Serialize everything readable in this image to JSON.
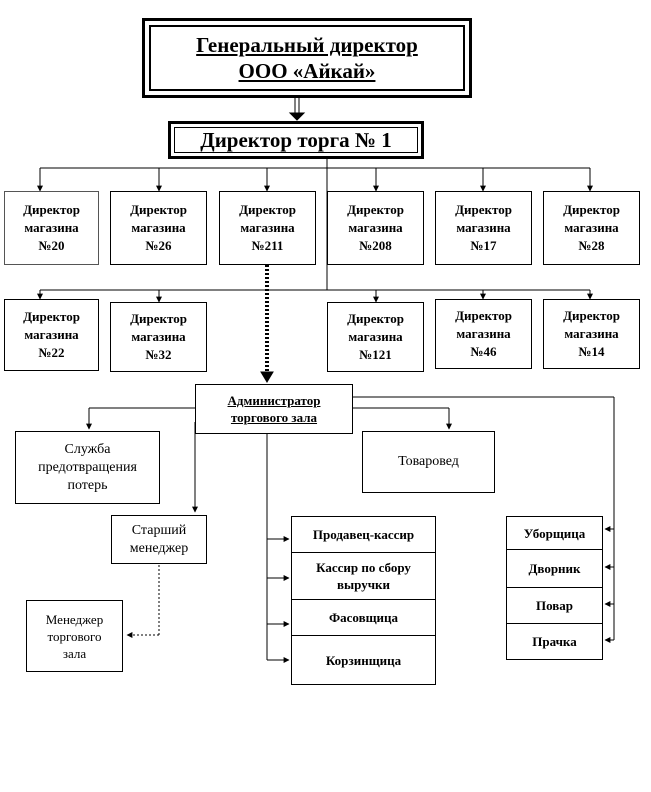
{
  "ceo": {
    "label": "Генеральный директор\nООО «Айкай»"
  },
  "trade_director": {
    "label": "Директор торга № 1"
  },
  "store_directors": [
    {
      "label": "Директор\nмагазина\n№20"
    },
    {
      "label": "Директор\nмагазина\n№26"
    },
    {
      "label": "Директор\nмагазина\n№211"
    },
    {
      "label": "Директор\nмагазина\n№208"
    },
    {
      "label": "Директор\nмагазина\n№17"
    },
    {
      "label": "Директор\nмагазина\n№28"
    },
    {
      "label": "Директор\nмагазина\n№22"
    },
    {
      "label": "Директор\nмагазина\n№32"
    },
    {
      "label": "Директор\nмагазина\n№121"
    },
    {
      "label": "Директор\nмагазина\n№46"
    },
    {
      "label": "Директор\nмагазина\n№14"
    }
  ],
  "admin": {
    "label": "Администратор\nторгового зала"
  },
  "loss_prevention": {
    "label": "Служба\nпредотвращения\nпотерь"
  },
  "merchandiser": {
    "label": "Товаровед"
  },
  "senior_manager": {
    "label": "Старший\nменеджер"
  },
  "floor_manager": {
    "label": "Менеджер\nторгового\nзала"
  },
  "staff_center": [
    {
      "label": "Продавец-кассир"
    },
    {
      "label": "Кассир по сбору\nвыручки"
    },
    {
      "label": "Фасовщица"
    },
    {
      "label": "Корзинщица"
    }
  ],
  "staff_right": [
    {
      "label": "Уборщица"
    },
    {
      "label": "Дворник"
    },
    {
      "label": "Повар"
    },
    {
      "label": "Прачка"
    }
  ]
}
